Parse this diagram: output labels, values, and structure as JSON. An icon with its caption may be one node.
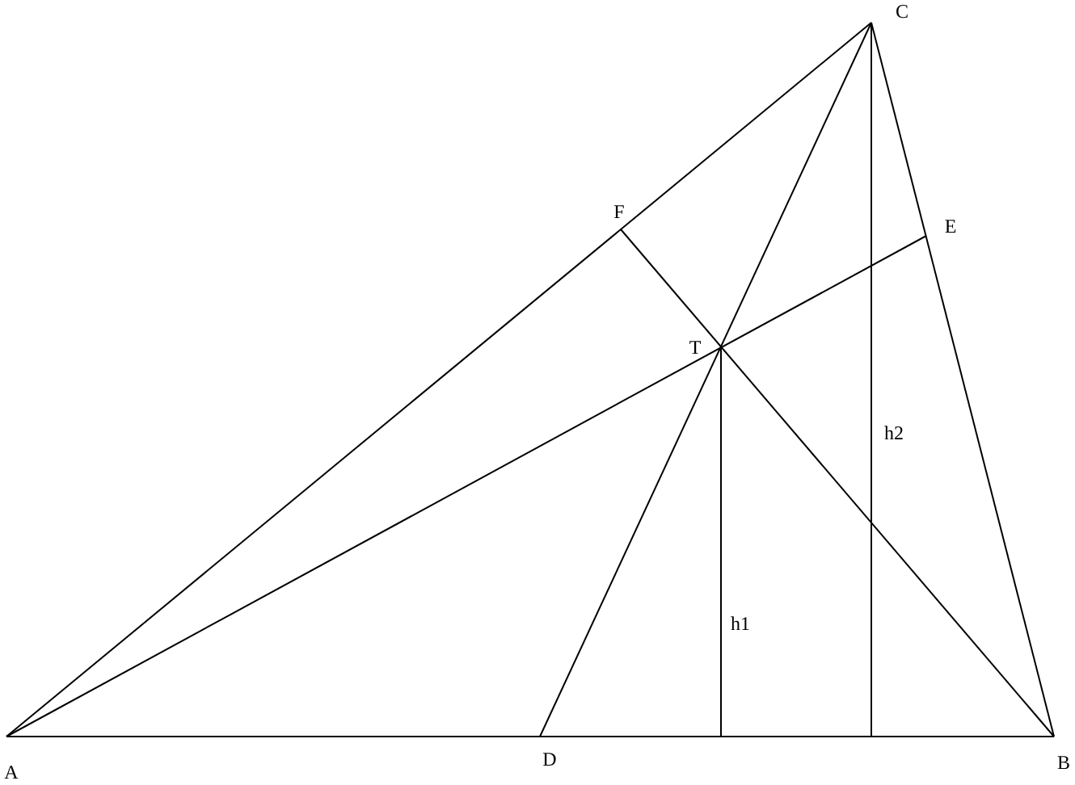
{
  "diagram": {
    "labels": [
      "C",
      "F",
      "E",
      "T",
      "h2",
      "h1",
      "A",
      "D",
      "B"
    ]
  }
}
